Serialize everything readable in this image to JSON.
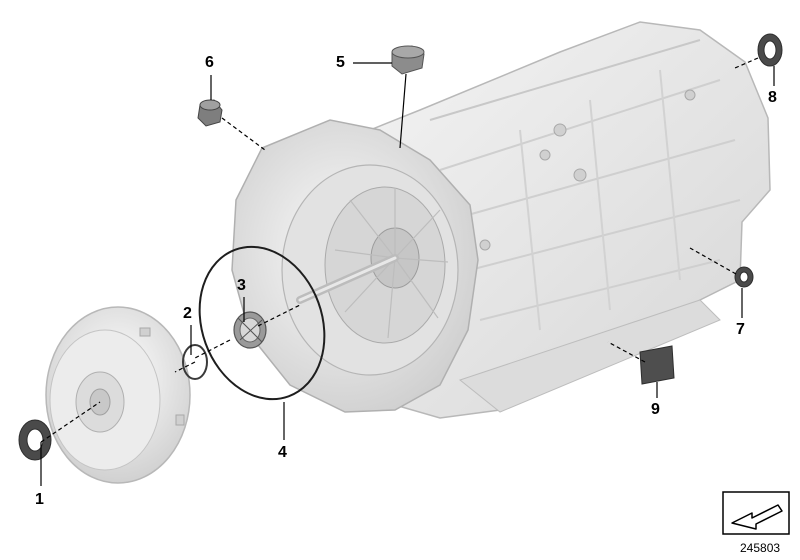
{
  "callouts": {
    "c1": "1",
    "c2": "2",
    "c3": "3",
    "c4": "4",
    "c5": "5",
    "c6": "6",
    "c7": "7",
    "c8": "8",
    "c9": "9"
  },
  "reference_number": "245803",
  "colors": {
    "housing_fill": "#e6e6e6",
    "housing_stroke": "#b8b8b8",
    "part_dark": "#4a4a4a",
    "leader": "#000000"
  },
  "icons": {
    "nav": "arrow-frame-icon"
  }
}
